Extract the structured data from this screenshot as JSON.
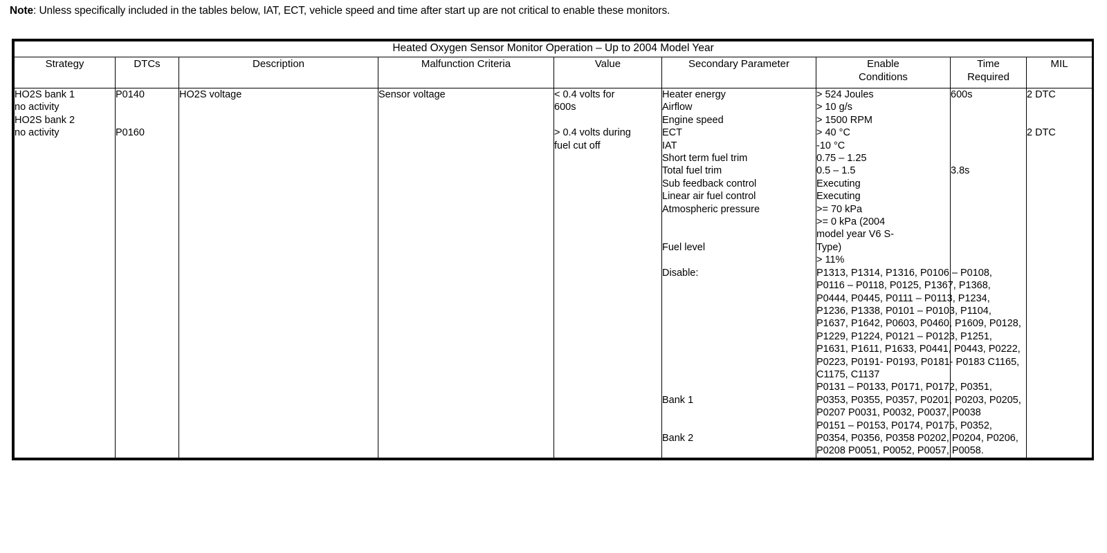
{
  "note": {
    "prefix": "Note",
    "text": ": Unless specifically included in the tables below, IAT, ECT, vehicle speed and time after start up are not critical to enable these monitors."
  },
  "table": {
    "title": "Heated Oxygen Sensor Monitor Operation – Up to 2004 Model Year",
    "headers": {
      "strategy": "Strategy",
      "dtcs": "DTCs",
      "description": "Description",
      "malfunction_criteria": "Malfunction Criteria",
      "value": "Value",
      "secondary_parameter": "Secondary Parameter",
      "enable_conditions": "Enable\nConditions",
      "time_required": "Time\nRequired",
      "mil": "MIL"
    },
    "row": {
      "strategy": "HO2S bank 1\nno activity\nHO2S bank 2\nno activity",
      "dtcs": "P0140\n\n\nP0160",
      "description": "HO2S voltage",
      "malfunction_criteria": "Sensor voltage",
      "value": "< 0.4 volts for\n600s\n\n> 0.4 volts during\nfuel cut off",
      "secondary_parameter": "Heater energy\nAirflow\nEngine speed\nECT\nIAT\nShort term fuel trim\nTotal fuel trim\nSub feedback control\nLinear air fuel control\nAtmospheric pressure\n\n\nFuel level\n\nDisable:",
      "secondary_parameter_banks": "Bank 1\n\n\nBank 2",
      "enable_conditions": "> 524 Joules\n> 10 g/s\n> 1500 RPM\n> 40 °C\n-10 °C\n0.75 – 1.25\n0.5 – 1.5\nExecuting\nExecuting\n>= 70 kPa\n>= 0 kPa (2004\nmodel year V6 S-\nType)\n> 11%",
      "enable_conditions_disable": "P1313, P1314, P1316, P0106 – P0108,\nP0116 – P0118, P0125, P1367, P1368,\nP0444, P0445, P0111 – P0113, P1234,\nP1236, P1338, P0101 – P0103, P1104,\nP1637, P1642, P0603, P0460, P1609, P0128,\nP1229, P1224, P0121 – P0123, P1251,\nP1631, P1611, P1633, P0441, P0443, P0222,\nP0223, P0191- P0193, P0181- P0183 C1165,\nC1175, C1137",
      "enable_conditions_bank1": "P0131 – P0133, P0171, P0172, P0351,\nP0353, P0355, P0357, P0201, P0203, P0205,\nP0207 P0031, P0032, P0037, P0038",
      "enable_conditions_bank2": "P0151 – P0153, P0174, P0175, P0352,\nP0354, P0356, P0358 P0202, P0204, P0206,\nP0208 P0051, P0052, P0057, P0058.",
      "time_required": "600s\n\n\n\n\n\n3.8s",
      "mil": "2 DTC\n\n\n2 DTC"
    }
  }
}
